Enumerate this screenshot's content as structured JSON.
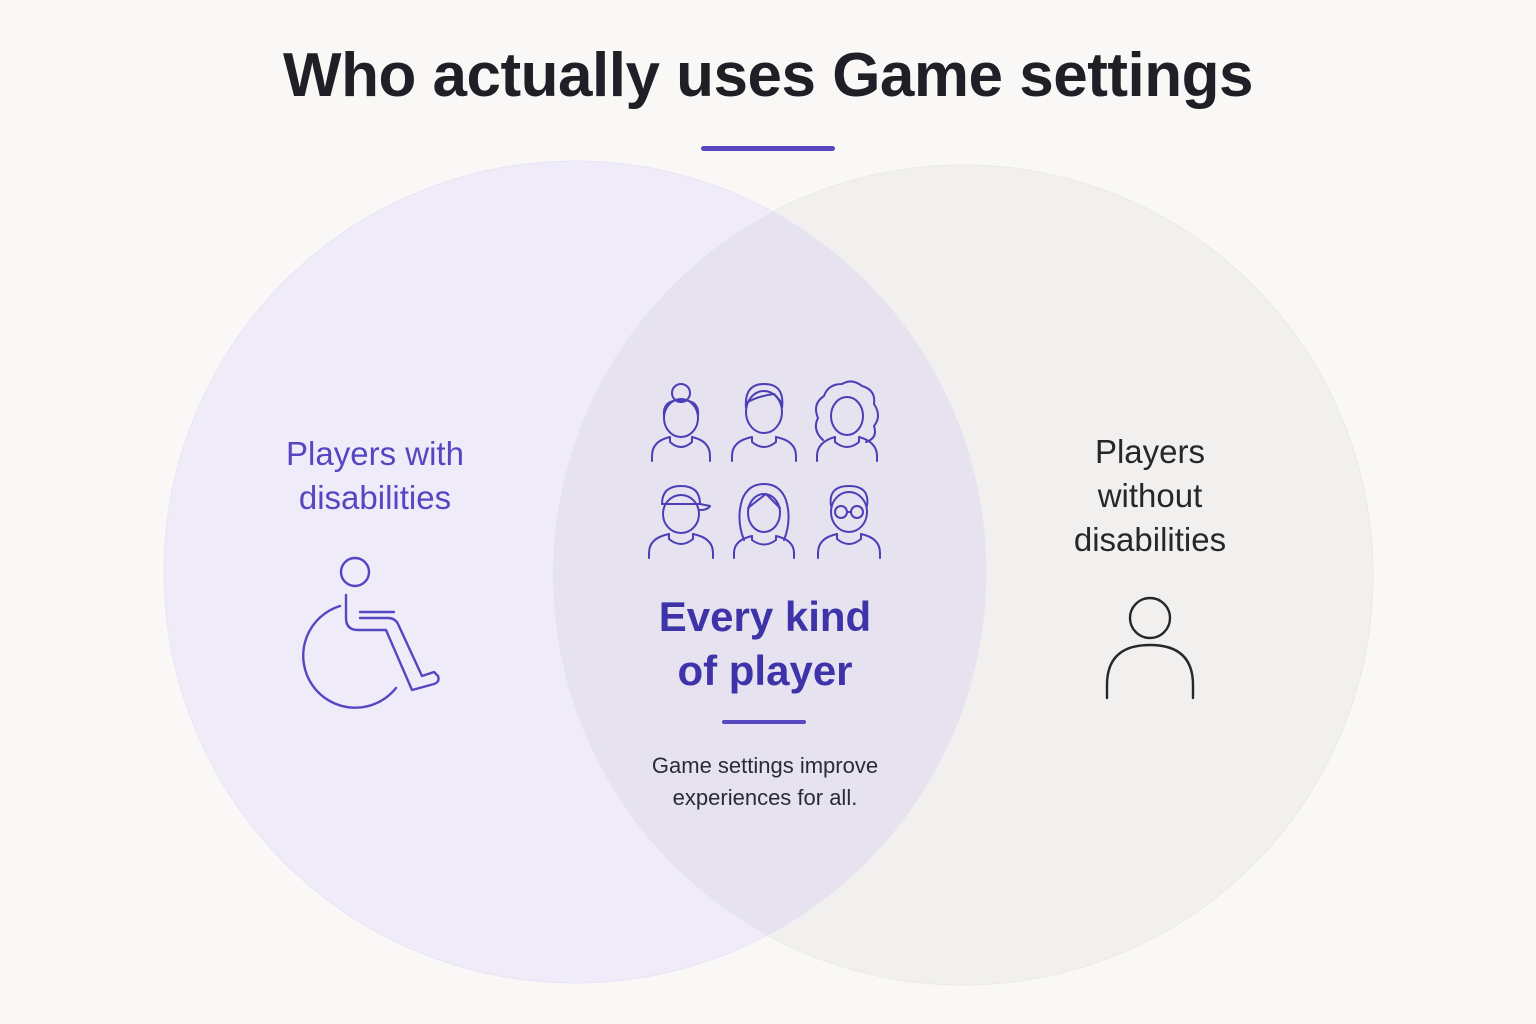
{
  "title": "Who actually uses Game settings",
  "sets": {
    "left": {
      "label_line1": "Players with",
      "label_line2": "disabilities",
      "icon": "wheelchair-icon",
      "color": "#5546c2"
    },
    "right": {
      "label_line1": "Players",
      "label_line2": "without",
      "label_line3": "disabilities",
      "icon": "person-icon",
      "color": "#26272c"
    },
    "overlap": {
      "heading_line1": "Every kind",
      "heading_line2": "of player",
      "caption_line1": "Game settings improve",
      "caption_line2": "experiences for all.",
      "icons": [
        "player-bun-hair-icon",
        "player-short-hair-icon",
        "player-curly-hair-icon",
        "player-cap-icon",
        "player-long-hair-icon",
        "player-glasses-icon"
      ],
      "color": "#3e33a8"
    }
  },
  "colors": {
    "accent": "#5848c0",
    "background": "#f9f8f6",
    "left_circle": "#efebf8",
    "right_circle": "#f1f0ee",
    "overlap": "#e6e2f0"
  }
}
